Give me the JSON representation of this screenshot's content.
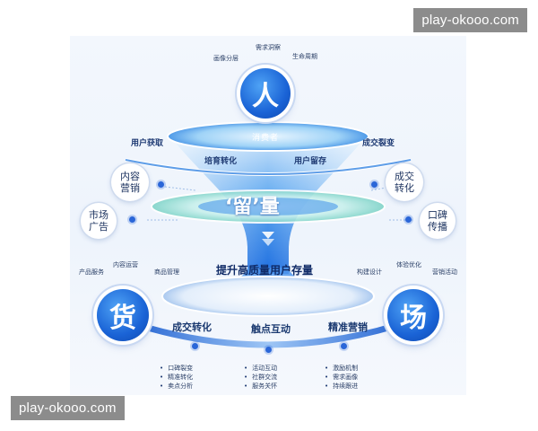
{
  "watermark_text": "play-okooo.com",
  "top": {
    "person_char": "人",
    "tags": [
      "画像分层",
      "需求洞察",
      "生命周期"
    ]
  },
  "funnel": {
    "top_ring_label": "消费者",
    "left_flow_labels": [
      "用户获取",
      "培育转化"
    ],
    "right_flow_labels": [
      "用户留存",
      "成交裂变"
    ],
    "middle_text": "‘留’量",
    "bottom_banner": "提升高质量用户存量"
  },
  "side_bubbles": {
    "left": [
      "内容\n营销",
      "市场\n广告"
    ],
    "right": [
      "成交\n转化",
      "口碑\n传播"
    ]
  },
  "goods": {
    "char": "货",
    "tags": [
      "产品服务",
      "内容运营",
      "商品管理"
    ]
  },
  "field": {
    "char": "场",
    "tags": [
      "构建设计",
      "体验优化",
      "营销活动"
    ]
  },
  "bottom_arc": {
    "labels": [
      "成交转化",
      "触点互动",
      "精准营销"
    ],
    "columns": [
      [
        "口碑裂变",
        "精准转化",
        "卖点分析"
      ],
      [
        "活动互动",
        "社群交流",
        "服务关怀"
      ],
      [
        "激励机制",
        "需求画像",
        "持续跟进"
      ]
    ]
  },
  "colors": {
    "primary_blue": "#1a63d6",
    "funnel_light": "#6fb6f5",
    "ring_teal": "#9fe3d8",
    "text_dark": "#1d3a6b",
    "watermark_bg": "#8c8c8c"
  }
}
